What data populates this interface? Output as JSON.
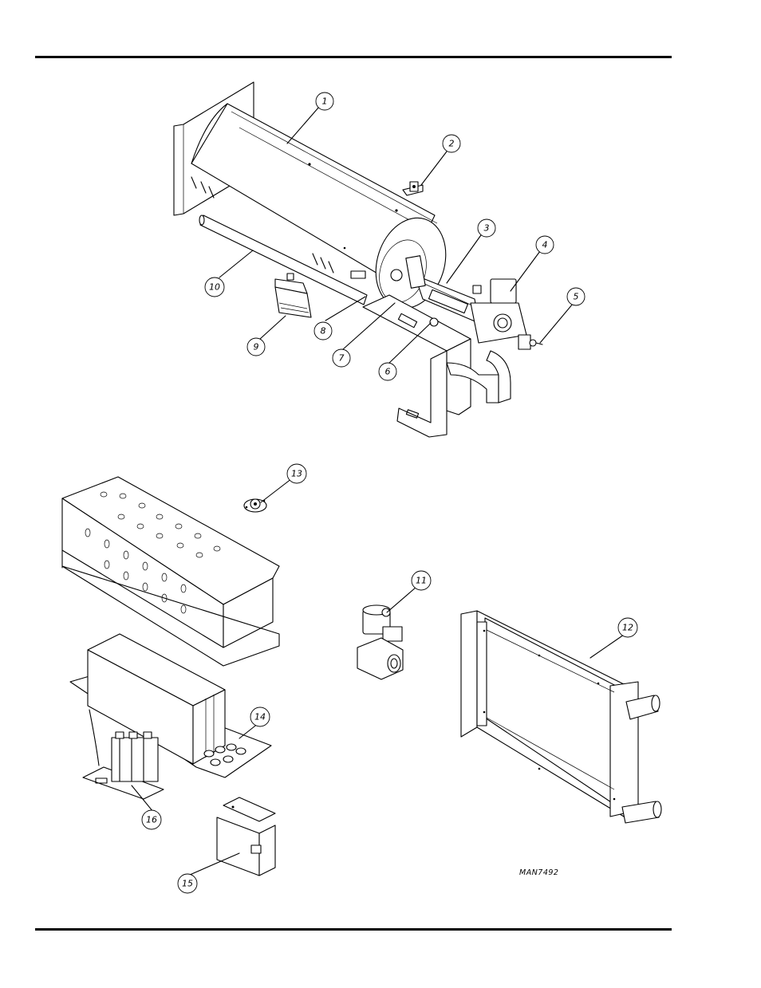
{
  "drawing": {
    "code": "MAN7492",
    "callouts": [
      "1",
      "2",
      "3",
      "4",
      "5",
      "6",
      "7",
      "8",
      "9",
      "10",
      "11",
      "12",
      "13",
      "14",
      "15",
      "16"
    ]
  }
}
